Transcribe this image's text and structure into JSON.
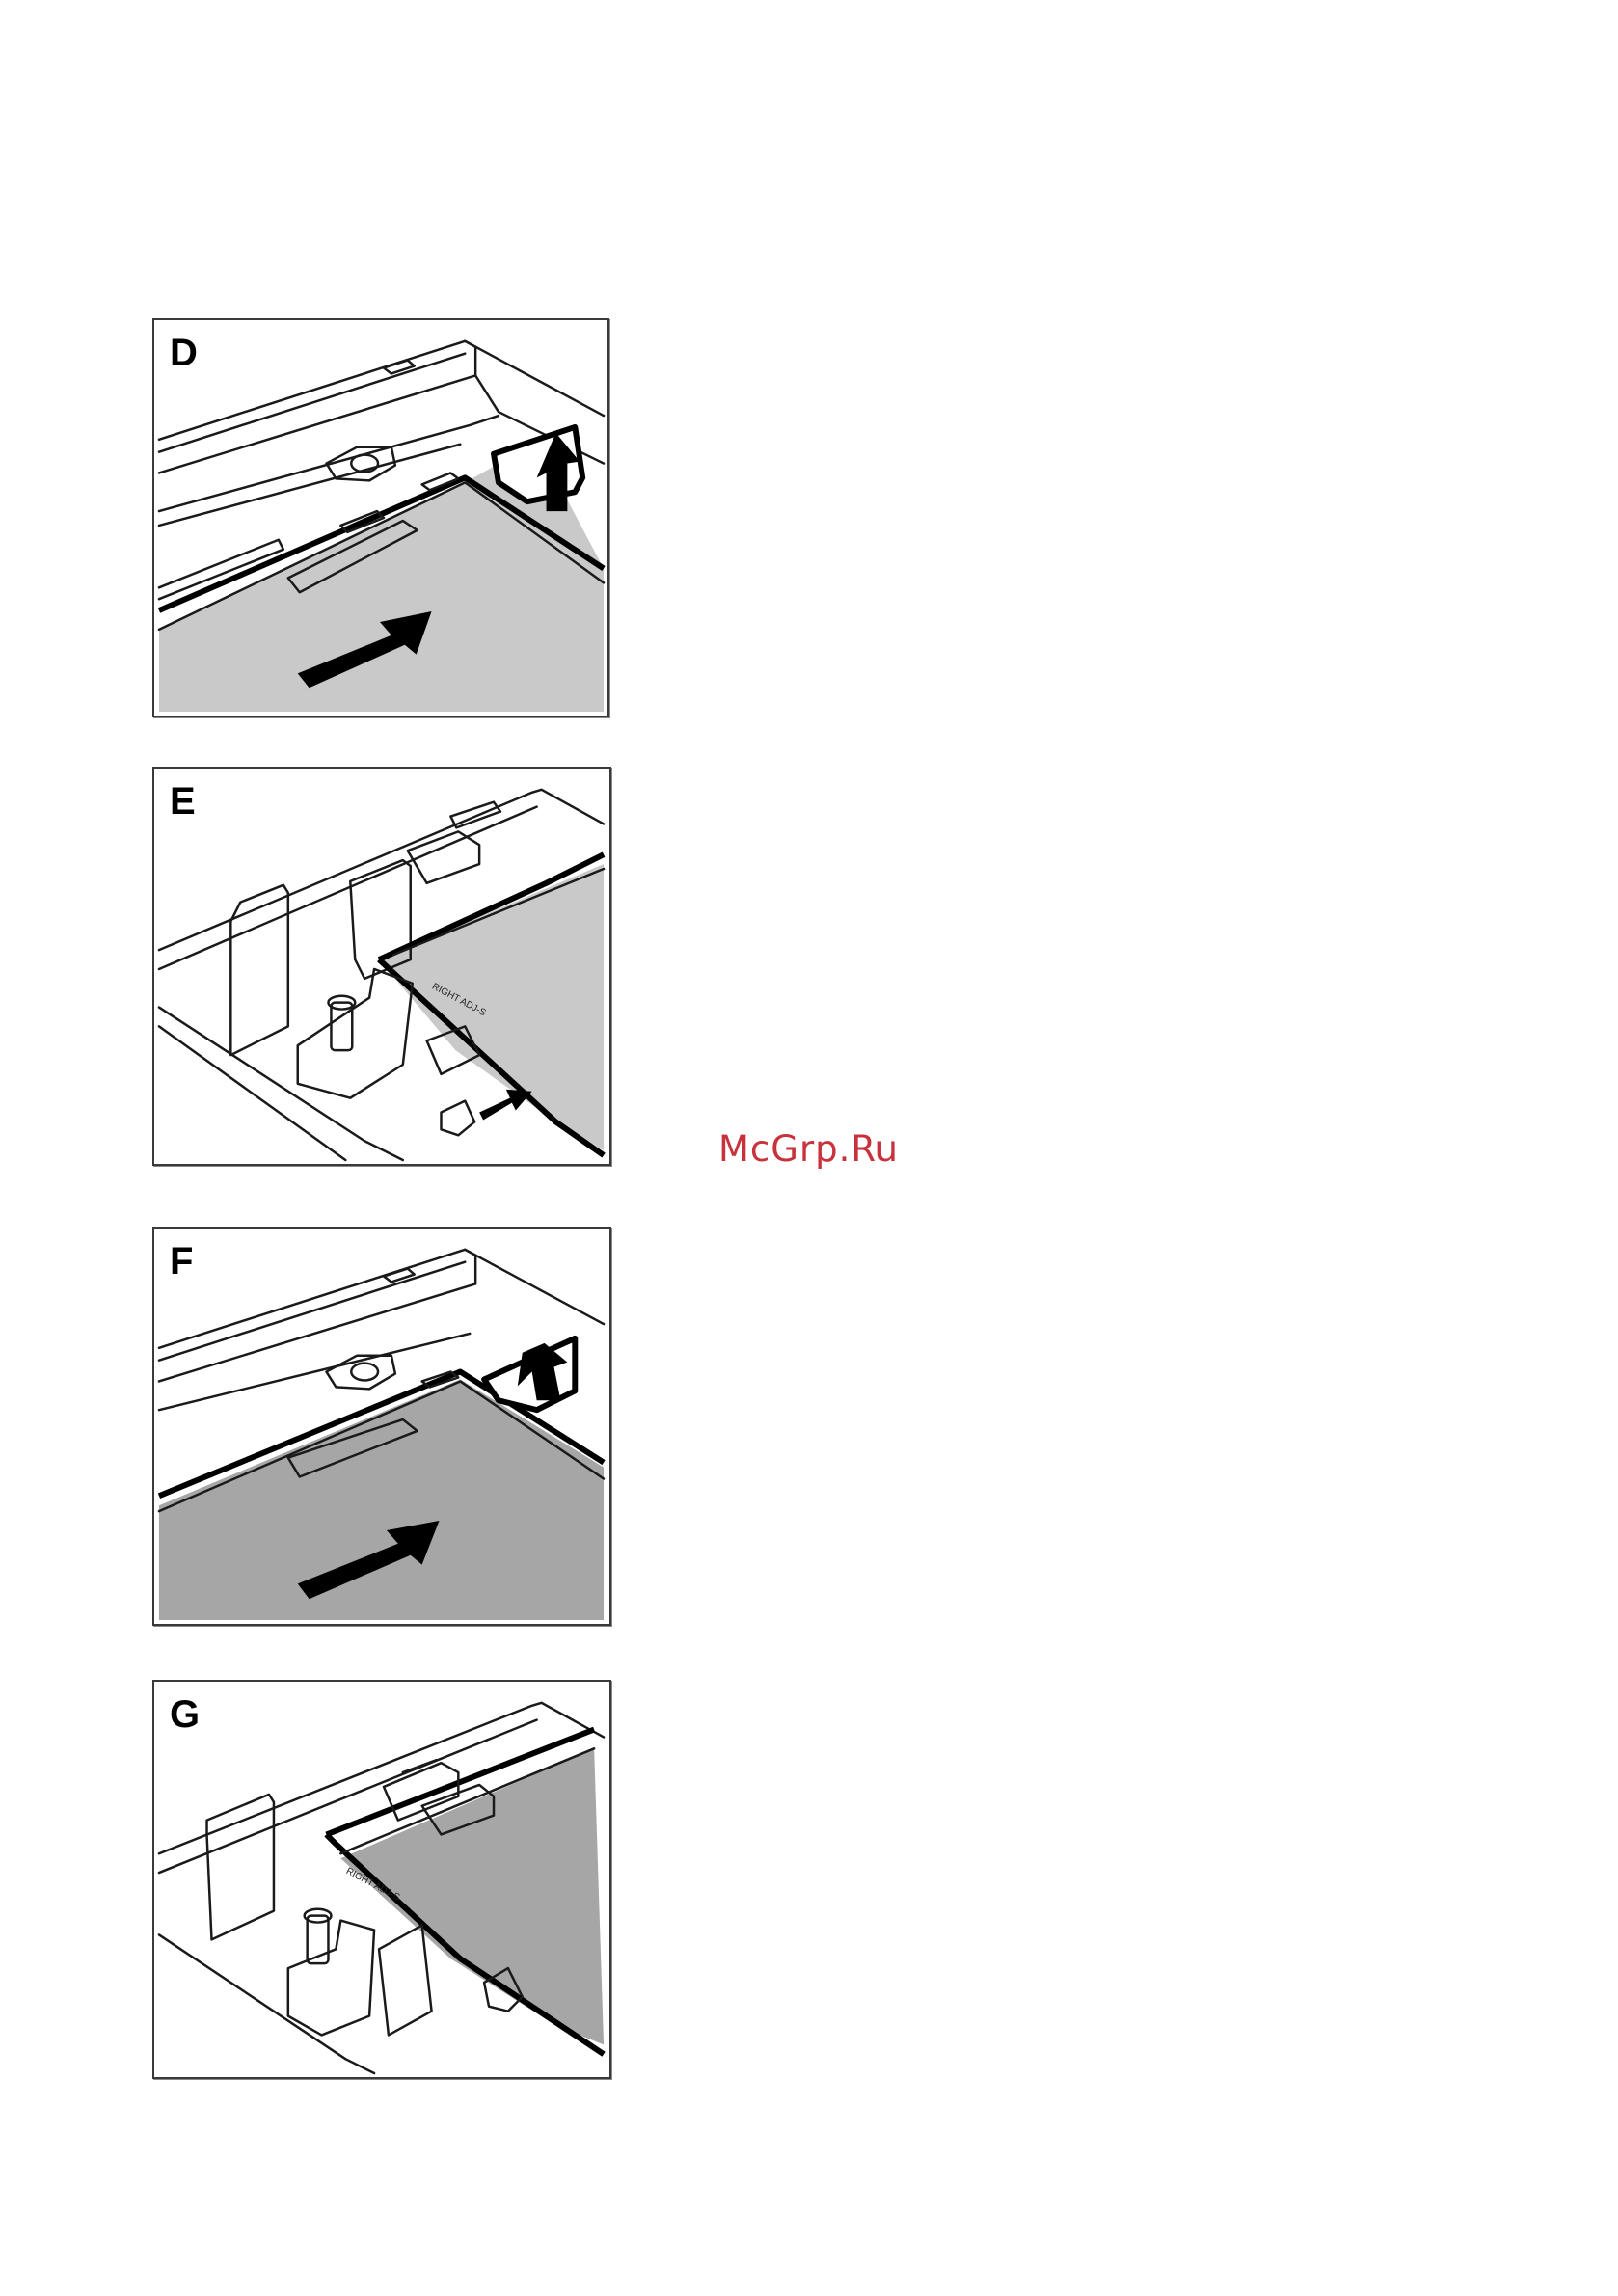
{
  "panels": [
    {
      "id": "D",
      "letter": "D"
    },
    {
      "id": "E",
      "letter": "E",
      "inline_text": "RIGHT ADJ-S"
    },
    {
      "id": "F",
      "letter": "F"
    },
    {
      "id": "G",
      "letter": "G",
      "inline_text": "RIGHT ADJ-S"
    }
  ],
  "watermark": "McGrp.Ru",
  "icons": [
    "insert-arrow-icon",
    "clip-arrow-icon"
  ]
}
